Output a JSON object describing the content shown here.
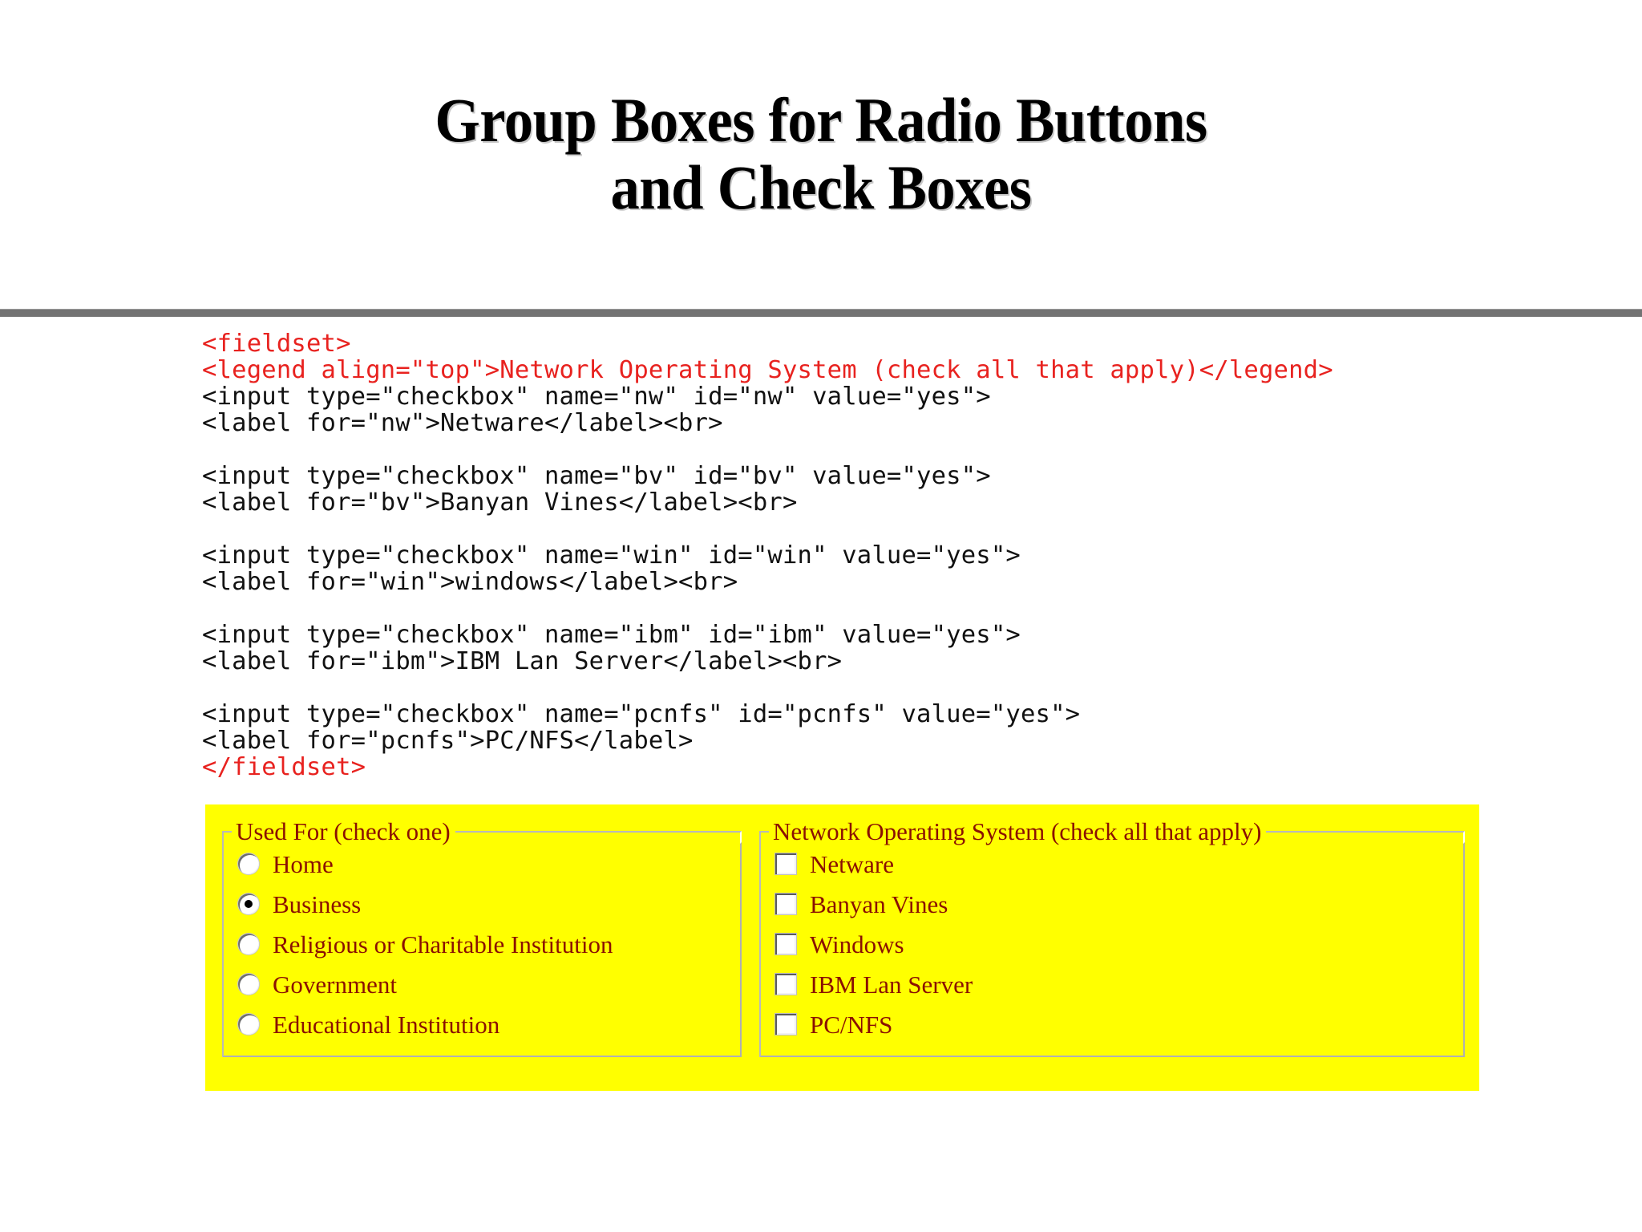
{
  "slide": {
    "title": "Group Boxes for Radio Buttons\nand Check Boxes",
    "divider_color": "#737373"
  },
  "code_listing": {
    "font": "monospace",
    "colors": {
      "tag": "#e8221f",
      "plain": "#111111"
    },
    "lines": [
      {
        "color": "red",
        "text": "<fieldset>"
      },
      {
        "color": "red",
        "text": "<legend align=\"top\">Network Operating System (check all that apply)</legend>"
      },
      {
        "color": "black",
        "text": "<input type=\"checkbox\" name=\"nw\" id=\"nw\" value=\"yes\">"
      },
      {
        "color": "black",
        "text": "<label for=\"nw\">Netware</label><br>"
      },
      {
        "color": "blank",
        "text": ""
      },
      {
        "color": "black",
        "text": "<input type=\"checkbox\" name=\"bv\" id=\"bv\" value=\"yes\">"
      },
      {
        "color": "black",
        "text": "<label for=\"bv\">Banyan Vines</label><br>"
      },
      {
        "color": "blank",
        "text": ""
      },
      {
        "color": "black",
        "text": "<input type=\"checkbox\" name=\"win\" id=\"win\" value=\"yes\">"
      },
      {
        "color": "black",
        "text": "<label for=\"win\">windows</label><br>"
      },
      {
        "color": "blank",
        "text": ""
      },
      {
        "color": "black",
        "text": "<input type=\"checkbox\" name=\"ibm\" id=\"ibm\" value=\"yes\">"
      },
      {
        "color": "black",
        "text": "<label for=\"ibm\">IBM Lan Server</label><br>"
      },
      {
        "color": "blank",
        "text": ""
      },
      {
        "color": "black",
        "text": "<input type=\"checkbox\" name=\"pcnfs\" id=\"pcnfs\" value=\"yes\">"
      },
      {
        "color": "black",
        "text": "<label for=\"pcnfs\">PC/NFS</label>"
      },
      {
        "color": "red",
        "text": "</fieldset>"
      }
    ]
  },
  "render_panel": {
    "background_color": "#ffff00",
    "text_color": "#8a1002",
    "groups": [
      {
        "legend": "Used For (check one)",
        "input_type": "radio",
        "options": [
          {
            "label": "Home",
            "checked": false
          },
          {
            "label": "Business",
            "checked": true
          },
          {
            "label": "Religious or Charitable Institution",
            "checked": false
          },
          {
            "label": "Government",
            "checked": false
          },
          {
            "label": "Educational Institution",
            "checked": false
          }
        ]
      },
      {
        "legend": "Network Operating System (check all that apply)",
        "input_type": "checkbox",
        "options": [
          {
            "label": "Netware",
            "checked": false
          },
          {
            "label": "Banyan Vines",
            "checked": false
          },
          {
            "label": "Windows",
            "checked": false
          },
          {
            "label": "IBM Lan Server",
            "checked": false
          },
          {
            "label": "PC/NFS",
            "checked": false
          }
        ]
      }
    ]
  }
}
